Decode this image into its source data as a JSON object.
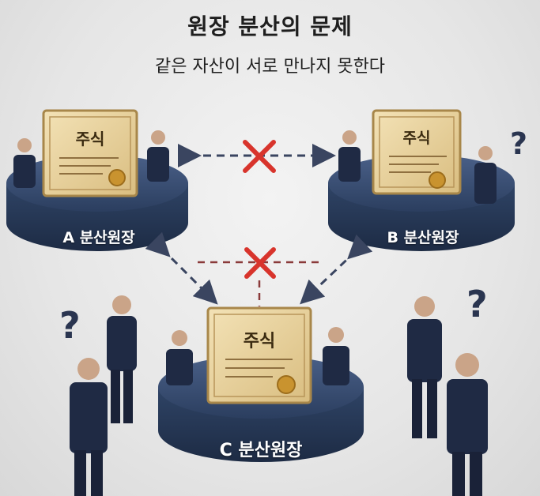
{
  "header": {
    "title": "원장 분산의 문제",
    "subtitle": "같은 자산이 서로 만나지 못한다"
  },
  "platforms": {
    "a": {
      "label": "A 분산원장",
      "certificate": "주식"
    },
    "b": {
      "label": "B 분산원장",
      "certificate": "주식"
    },
    "c": {
      "label": "C 분산원장",
      "certificate": "주식"
    }
  },
  "symbols": {
    "question": "?",
    "blocked_icon": "red-x-icon"
  },
  "colors": {
    "platform": "#2f4466",
    "suit": "#1f2a44",
    "certificate": "#e8d3a0",
    "block": "#d8342c",
    "arrow": "#3a4560"
  }
}
